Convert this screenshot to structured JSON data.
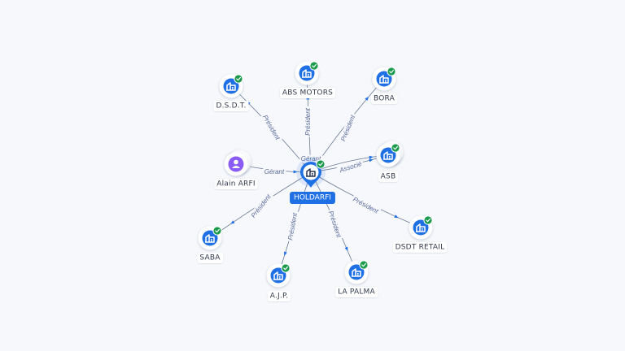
{
  "graph": {
    "center": {
      "label": "HOLDARFI",
      "icon": "company-icon",
      "verified": true
    },
    "nodes": [
      {
        "id": "absmotors",
        "label": "ABS MOTORS",
        "kind": "company",
        "icon": "company-icon",
        "verified": true
      },
      {
        "id": "bora",
        "label": "BORA",
        "kind": "company",
        "icon": "company-icon",
        "verified": true
      },
      {
        "id": "dsdt",
        "label": "D.S.D.T.",
        "kind": "company",
        "icon": "company-icon",
        "verified": true
      },
      {
        "id": "asb",
        "label": "ASB",
        "kind": "company",
        "icon": "company-icon",
        "verified": true,
        "stacked": true
      },
      {
        "id": "alain",
        "label": "Alain ARFI",
        "kind": "person",
        "icon": "person-icon",
        "verified": false,
        "stacked": true
      },
      {
        "id": "dsdtretail",
        "label": "DSDT RETAIL",
        "kind": "company",
        "icon": "company-icon",
        "verified": true
      },
      {
        "id": "saba",
        "label": "SABA",
        "kind": "company",
        "icon": "company-icon",
        "verified": true
      },
      {
        "id": "ajp",
        "label": "A.J.P.",
        "kind": "company",
        "icon": "company-icon",
        "verified": true
      },
      {
        "id": "lapalma",
        "label": "LA PALMA",
        "kind": "company",
        "icon": "company-icon",
        "verified": true
      }
    ],
    "edges": [
      {
        "to": "absmotors",
        "label": "Président",
        "dir": "out"
      },
      {
        "to": "bora",
        "label": "Président",
        "dir": "out"
      },
      {
        "to": "dsdt",
        "label": "Président",
        "dir": "out"
      },
      {
        "to": "asb",
        "label": "Associé",
        "dir": "out"
      },
      {
        "to": "asb",
        "label": "Gérant",
        "dir": "out",
        "secondary": true
      },
      {
        "to": "alain",
        "label": "Gérant",
        "dir": "in"
      },
      {
        "to": "dsdtretail",
        "label": "Président",
        "dir": "out"
      },
      {
        "to": "saba",
        "label": "Président",
        "dir": "out"
      },
      {
        "to": "ajp",
        "label": "Président",
        "dir": "out"
      },
      {
        "to": "lapalma",
        "label": "Président",
        "dir": "out"
      }
    ]
  },
  "colors": {
    "background": "#f6f8fb",
    "company_icon": "#1f6fe5",
    "person_icon": "#8a5cf5",
    "verified_badge": "#1a9b4b",
    "edge": "#6b7a96",
    "edge_label": "#5a6a9c",
    "center_pill": "#1f6fe5"
  }
}
